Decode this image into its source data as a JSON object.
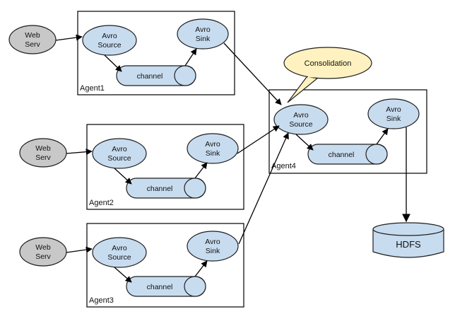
{
  "nodes": {
    "webserv_label": [
      "Web",
      "Serv"
    ],
    "avro_source_label": [
      "Avro",
      "Source"
    ],
    "avro_sink_label": [
      "Avro",
      "Sink"
    ],
    "channel_label": "channel"
  },
  "agents": {
    "agent1": "Agent1",
    "agent2": "Agent2",
    "agent3": "Agent3",
    "agent4": "Agent4"
  },
  "callout": "Consolidation",
  "storage": "HDFS",
  "colors": {
    "node_fill": "#c8dcf0",
    "node_stroke": "#1f1f1f",
    "webserv_fill": "#c8c8c8",
    "callout_fill": "#fff2c0",
    "line": "#000000"
  }
}
